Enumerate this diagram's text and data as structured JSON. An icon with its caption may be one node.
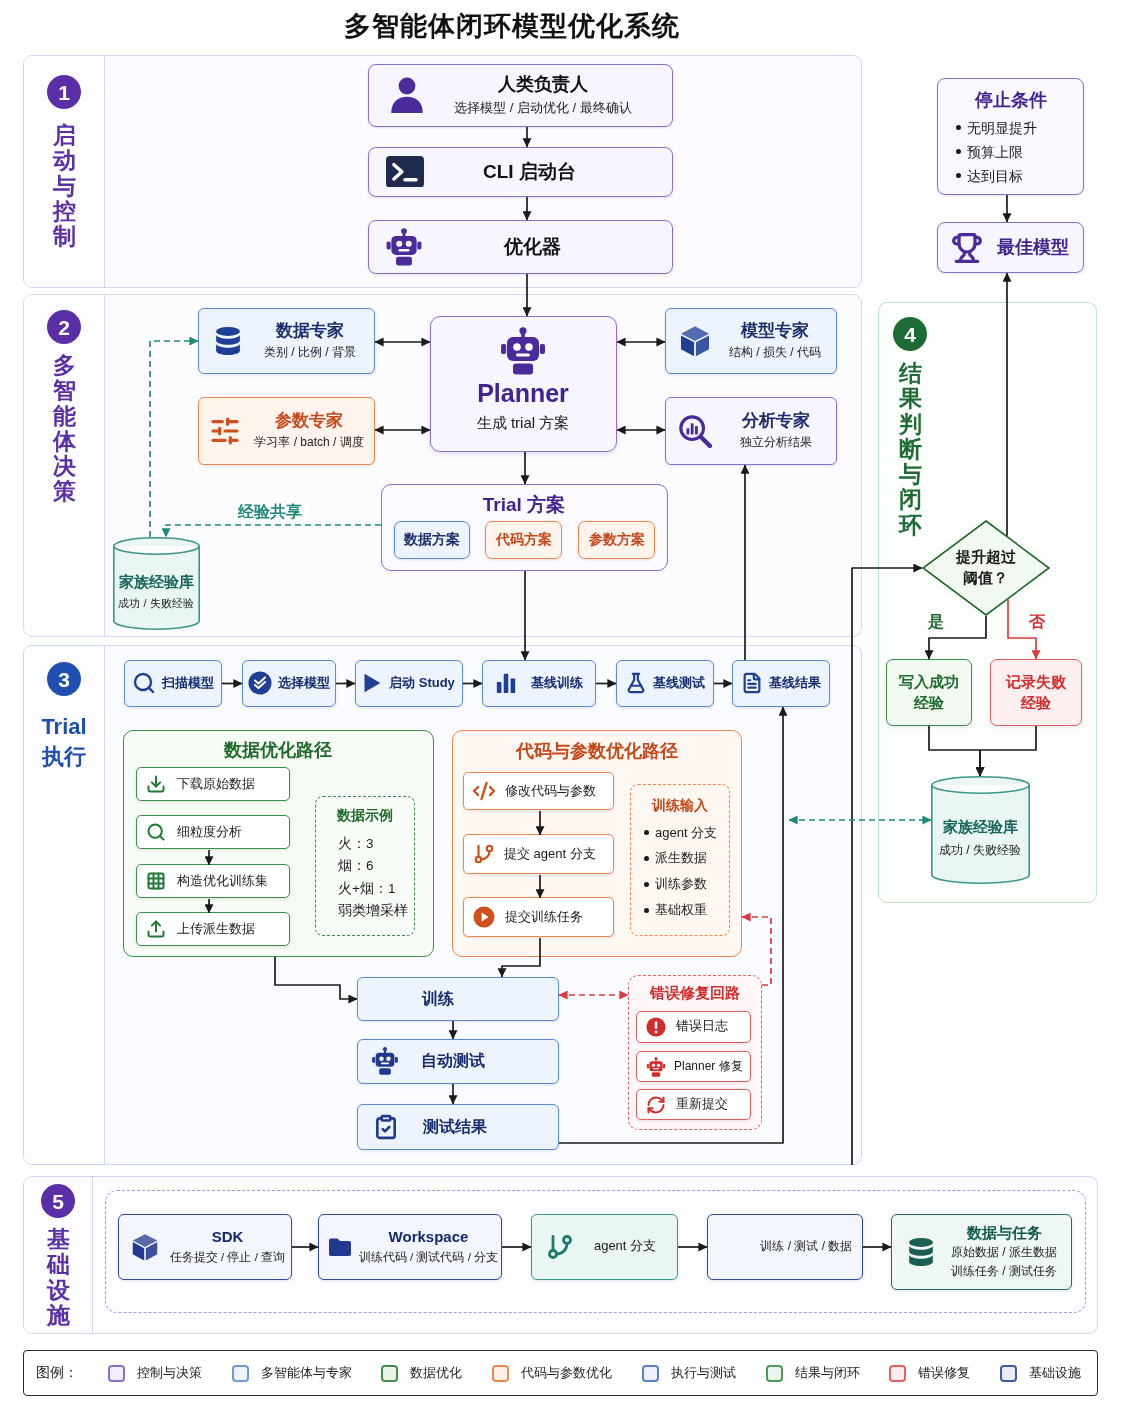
{
  "diagram": {
    "title": "多智能体闭环模型优化系统",
    "nodes": [
      {
        "text": [
          "1",
          "启动与控制"
        ]
      },
      {
        "text": [
          "人类负责人",
          "选择模型 / 启动优化 / 最终确认"
        ],
        "in": 0
      },
      {
        "text": [
          "CLI 启动台"
        ],
        "in": 0
      },
      {
        "text": [
          "优化器"
        ],
        "in": 0
      },
      {
        "text": [
          "停止条件",
          "无明显提升",
          "预算上限",
          "达到目标"
        ]
      },
      {
        "text": [
          "最佳模型"
        ]
      },
      {
        "text": [
          "2",
          "多智能体决策"
        ]
      },
      {
        "text": [
          "数据专家",
          "类别 / 比例 / 背景"
        ],
        "in": 6
      },
      {
        "text": [
          "参数专家",
          "学习率 / batch / 调度"
        ],
        "in": 6
      },
      {
        "text": [
          "Planner",
          "生成 trial 方案"
        ],
        "in": 6
      },
      {
        "text": [
          "模型专家",
          "结构 / 损失 / 代码"
        ],
        "in": 6
      },
      {
        "text": [
          "分析专家",
          "独立分析结果"
        ],
        "in": 6
      },
      {
        "text": [
          "Trial 方案"
        ],
        "in": 6
      },
      {
        "text": [
          "数据方案"
        ],
        "in": 12
      },
      {
        "text": [
          "代码方案"
        ],
        "in": 12
      },
      {
        "text": [
          "参数方案"
        ],
        "in": 12
      },
      {
        "text": [
          "家族经验库",
          "成功 / 失败经验"
        ],
        "in": 6
      },
      {
        "text": [
          "4",
          "结果判断与闭环"
        ]
      },
      {
        "text": [
          "提升超过阈值？"
        ],
        "in": 17
      },
      {
        "text": [
          "写入成功经验"
        ],
        "in": 17
      },
      {
        "text": [
          "记录失败经验"
        ],
        "in": 17
      },
      {
        "text": [
          "家族经验库",
          "成功 / 失败经验"
        ],
        "in": 17
      },
      {
        "text": [
          "3",
          "Trial 执行"
        ]
      },
      {
        "text": [
          "扫描模型"
        ],
        "in": 22
      },
      {
        "text": [
          "选择模型"
        ],
        "in": 22
      },
      {
        "text": [
          "启动 Study"
        ],
        "in": 22
      },
      {
        "text": [
          "基线训练"
        ],
        "in": 22
      },
      {
        "text": [
          "基线测试"
        ],
        "in": 22
      },
      {
        "text": [
          "基线结果"
        ],
        "in": 22
      },
      {
        "text": [
          "数据优化路径"
        ],
        "in": 22
      },
      {
        "text": [
          "下载原始数据"
        ],
        "in": 29
      },
      {
        "text": [
          "细粒度分析"
        ],
        "in": 29
      },
      {
        "text": [
          "构造优化训练集"
        ],
        "in": 29
      },
      {
        "text": [
          "上传派生数据"
        ],
        "in": 29
      },
      {
        "text": [
          "数据示例",
          "火：3",
          "烟：6",
          "火+烟：1",
          "弱类增采样"
        ],
        "in": 29
      },
      {
        "text": [
          "代码与参数优化路径"
        ],
        "in": 22
      },
      {
        "text": [
          "修改代码与参数"
        ],
        "in": 35
      },
      {
        "text": [
          "提交 agent 分支"
        ],
        "in": 35
      },
      {
        "text": [
          "提交训练任务"
        ],
        "in": 35
      },
      {
        "text": [
          "训练输入",
          "agent 分支",
          "派生数据",
          "训练参数",
          "基础权重"
        ],
        "in": 35
      },
      {
        "text": [
          "训练"
        ],
        "in": 22
      },
      {
        "text": [
          "自动测试"
        ],
        "in": 22
      },
      {
        "text": [
          "测试结果"
        ],
        "in": 22
      },
      {
        "text": [
          "错误修复回路"
        ],
        "in": 22
      },
      {
        "text": [
          "错误日志"
        ],
        "in": 43
      },
      {
        "text": [
          "Planner 修复"
        ],
        "in": 43
      },
      {
        "text": [
          "重新提交"
        ],
        "in": 43
      },
      {
        "text": [
          "5",
          "基础设施"
        ]
      },
      {
        "text": [
          "SDK",
          "任务提交 / 停止 / 查询"
        ],
        "in": 47
      },
      {
        "text": [
          "Workspace",
          "训练代码 / 测试代码 / 分支"
        ],
        "in": 47
      },
      {
        "text": [
          "agent 分支"
        ],
        "in": 47
      },
      {
        "text": [
          "训练 / 测试 / 数据"
        ],
        "in": 47
      },
      {
        "text": [
          "数据与任务",
          "原始数据 / 派生数据",
          "训练任务 / 测试任务"
        ],
        "in": 47
      }
    ],
    "edges": [
      {
        "from": 1,
        "to": 2,
        "arrow": "to"
      },
      {
        "from": 2,
        "to": 3,
        "arrow": "to"
      },
      {
        "from": 3,
        "to": 9,
        "arrow": "to"
      },
      {
        "from": 7,
        "to": 9,
        "arrow": "both"
      },
      {
        "from": 8,
        "to": 9,
        "arrow": "both"
      },
      {
        "from": 9,
        "to": 10,
        "arrow": "both"
      },
      {
        "from": 9,
        "to": 11,
        "arrow": "both"
      },
      {
        "from": 9,
        "to": 12,
        "arrow": "to"
      },
      {
        "from": 12,
        "to": 16,
        "arrow": "to",
        "label": "经验共享",
        "style": "dashed",
        "color": "#1f8a7a"
      },
      {
        "from": 16,
        "to": 7,
        "arrow": "to",
        "style": "dashed",
        "color": "#1f8a7a"
      },
      {
        "from": 12,
        "to": 26,
        "arrow": "to"
      },
      {
        "from": 23,
        "to": 24,
        "arrow": "to"
      },
      {
        "from": 24,
        "to": 25,
        "arrow": "to"
      },
      {
        "from": 25,
        "to": 26,
        "arrow": "to"
      },
      {
        "from": 26,
        "to": 27,
        "arrow": "to"
      },
      {
        "from": 27,
        "to": 28,
        "arrow": "to"
      },
      {
        "from": 28,
        "to": 11,
        "arrow": "to"
      },
      {
        "from": 31,
        "to": 32,
        "arrow": "to"
      },
      {
        "from": 32,
        "to": 33,
        "arrow": "to"
      },
      {
        "from": 36,
        "to": 37,
        "arrow": "to"
      },
      {
        "from": 37,
        "to": 38,
        "arrow": "to"
      },
      {
        "from": 29,
        "to": 40,
        "arrow": "to"
      },
      {
        "from": 38,
        "to": 40,
        "arrow": "to"
      },
      {
        "from": 40,
        "to": 43,
        "arrow": "both",
        "style": "dashed",
        "color": "#e0393e"
      },
      {
        "from": 43,
        "to": 35,
        "arrow": "to",
        "style": "dashed",
        "color": "#e0393e"
      },
      {
        "from": 40,
        "to": 41,
        "arrow": "to"
      },
      {
        "from": 41,
        "to": 42,
        "arrow": "to"
      },
      {
        "from": 42,
        "to": 28,
        "arrow": "to"
      },
      {
        "from": 22,
        "to": 18,
        "arrow": "to"
      },
      {
        "from": 18,
        "to": 19,
        "arrow": "to",
        "label": "是"
      },
      {
        "from": 18,
        "to": 20,
        "arrow": "to",
        "label": "否",
        "color": "#e0393e"
      },
      {
        "from": 19,
        "to": 21,
        "arrow": "to"
      },
      {
        "from": 20,
        "to": 21,
        "arrow": "to"
      },
      {
        "from": 18,
        "to": 5,
        "arrow": "to"
      },
      {
        "from": 4,
        "to": 5,
        "arrow": "to"
      },
      {
        "from": 48,
        "to": 49,
        "arrow": "to"
      },
      {
        "from": 49,
        "to": 50,
        "arrow": "to"
      },
      {
        "from": 50,
        "to": 51,
        "arrow": "to"
      },
      {
        "from": 51,
        "to": 52,
        "arrow": "to"
      },
      {
        "from": null,
        "to": 21,
        "arrow": "both",
        "style": "dashed",
        "color": "#1f8a7a"
      }
    ],
    "labels": [
      "图例："
    ],
    "legend": [
      {
        "text": "控制与决策",
        "color": "#8b6fd0"
      },
      {
        "text": "多智能体与专家",
        "color": "#6f9ae0"
      },
      {
        "text": "数据优化",
        "color": "#3f8f4a"
      },
      {
        "text": "代码与参数优化",
        "color": "#f08a4b"
      },
      {
        "text": "执行与测试",
        "color": "#5a7fd6"
      },
      {
        "text": "结果与闭环",
        "color": "#4c9a5a"
      },
      {
        "text": "错误修复",
        "color": "#e36060"
      },
      {
        "text": "基础设施",
        "color": "#3c5aa6"
      }
    ]
  }
}
